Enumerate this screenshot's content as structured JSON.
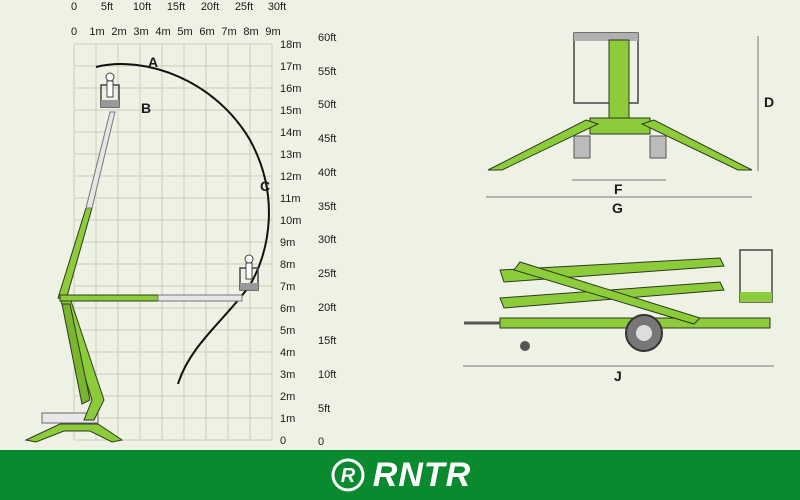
{
  "ft_ticks": [
    "0",
    "5ft",
    "10ft",
    "15ft",
    "20ft",
    "25ft",
    "30ft"
  ],
  "m_ticks_x": [
    "0",
    "1m",
    "2m",
    "3m",
    "4m",
    "5m",
    "6m",
    "7m",
    "8m",
    "9m"
  ],
  "m_ticks_y": [
    "18m",
    "17m",
    "16m",
    "15m",
    "14m",
    "13m",
    "12m",
    "11m",
    "10m",
    "9m",
    "8m",
    "7m",
    "6m",
    "5m",
    "4m",
    "3m",
    "2m",
    "1m",
    "0"
  ],
  "ft_ticks_y": [
    "60ft",
    "55ft",
    "50ft",
    "45ft",
    "40ft",
    "35ft",
    "30ft",
    "25ft",
    "20ft",
    "15ft",
    "10ft",
    "5ft",
    "0"
  ],
  "labels": {
    "A": "A",
    "B": "B",
    "C": "C",
    "D": "D",
    "F": "F",
    "G": "G",
    "J": "J"
  },
  "brand": {
    "name": "RNTR",
    "color": "#0a8a2f"
  },
  "colors": {
    "background": "#eef2e4",
    "grid": "#c9cdb8",
    "machine": "#8ccb3a",
    "outline": "#2f3a1e"
  }
}
